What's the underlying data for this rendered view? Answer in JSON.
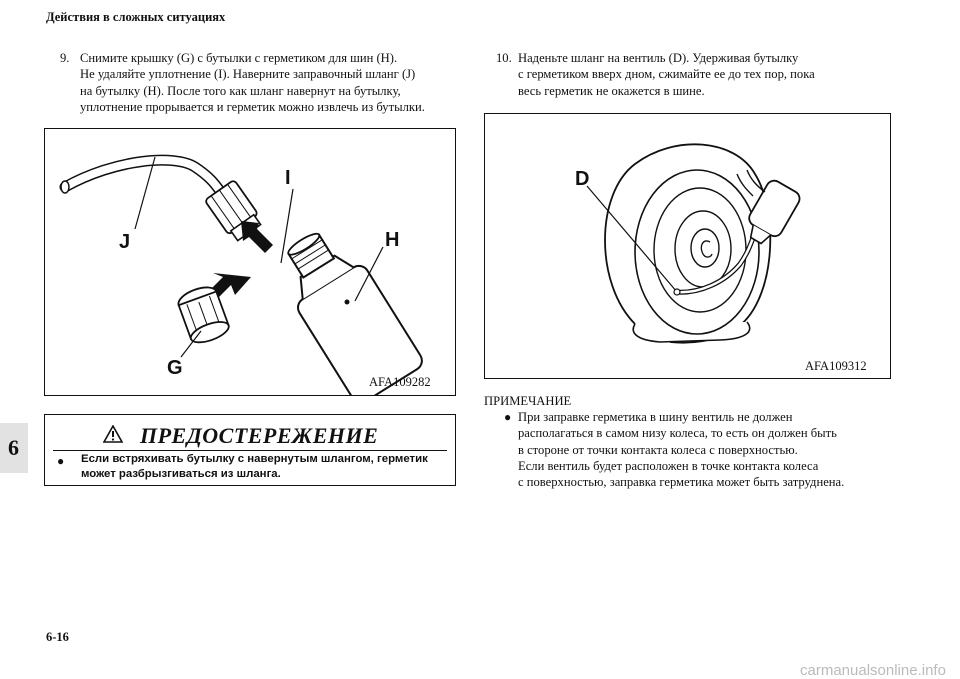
{
  "header": {
    "title": "Действия в сложных ситуациях"
  },
  "step9": {
    "number": "9.",
    "lines": [
      "Снимите крышку (G) с бутылки с герметиком для шин (H).",
      "Не удаляйте уплотнение (I). Наверните заправочный шланг (J)",
      "на бутылку (H). После того как шланг навернут на бутылку,",
      "уплотнение прорывается и герметик можно извлечь из бутылки."
    ]
  },
  "step10": {
    "number": "10.",
    "lines": [
      "Наденьте шланг на вентиль (D). Удерживая бутылку",
      "с герметиком вверх дном, сжимайте ее до тех пор, пока",
      "весь герметик не окажется в шине."
    ]
  },
  "figure_left": {
    "code": "AFA109282",
    "labels": {
      "j": "J",
      "i": "I",
      "h": "H",
      "g": "G"
    }
  },
  "figure_right": {
    "code": "AFA109312",
    "labels": {
      "d": "D"
    }
  },
  "warning": {
    "title": "ПРЕДОСТЕРЕЖЕНИЕ",
    "bullet": "●",
    "lines": [
      "Если встряхивать бутылку с навернутым шлангом, герметик",
      "может разбрызгиваться из шланга."
    ]
  },
  "note": {
    "title": "ПРИМЕЧАНИЕ",
    "bullet": "●",
    "lines": [
      "При заправке герметика в шину вентиль не должен",
      "располагаться в самом низу колеса, то есть он должен быть",
      "в стороне от точки контакта колеса с поверхностью.",
      "Если вентиль будет расположен в точке контакта колеса",
      "с поверхностью, заправка герметика может быть затруднена."
    ]
  },
  "chapter_tab": "6",
  "page_number": "6-16",
  "watermark": "carmanualsonline.info"
}
